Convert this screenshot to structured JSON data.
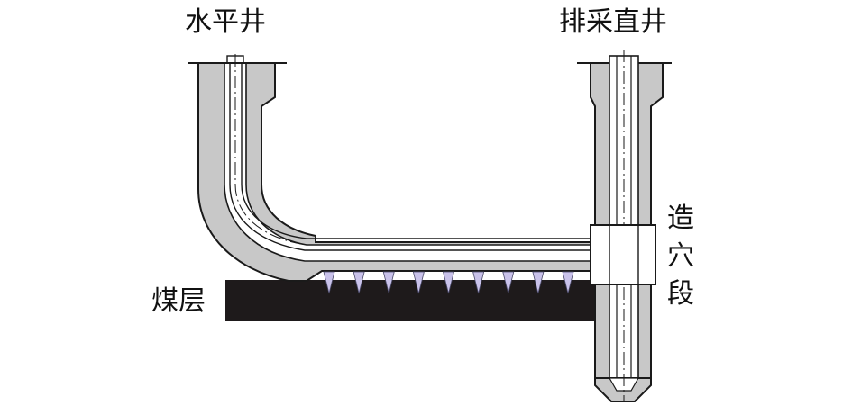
{
  "labels": {
    "horizontal_well": "水平井",
    "vertical_well": "排采直井",
    "coal_seam": "煤层",
    "cavity_section": "造穴段"
  },
  "colors": {
    "casing_gray": "#c8c8c8",
    "outline": "#1a1a1a",
    "coal_seam": "#1e1a1b",
    "perforation": "#c9c2ea",
    "background": "#ffffff"
  },
  "perforation_count": 9
}
